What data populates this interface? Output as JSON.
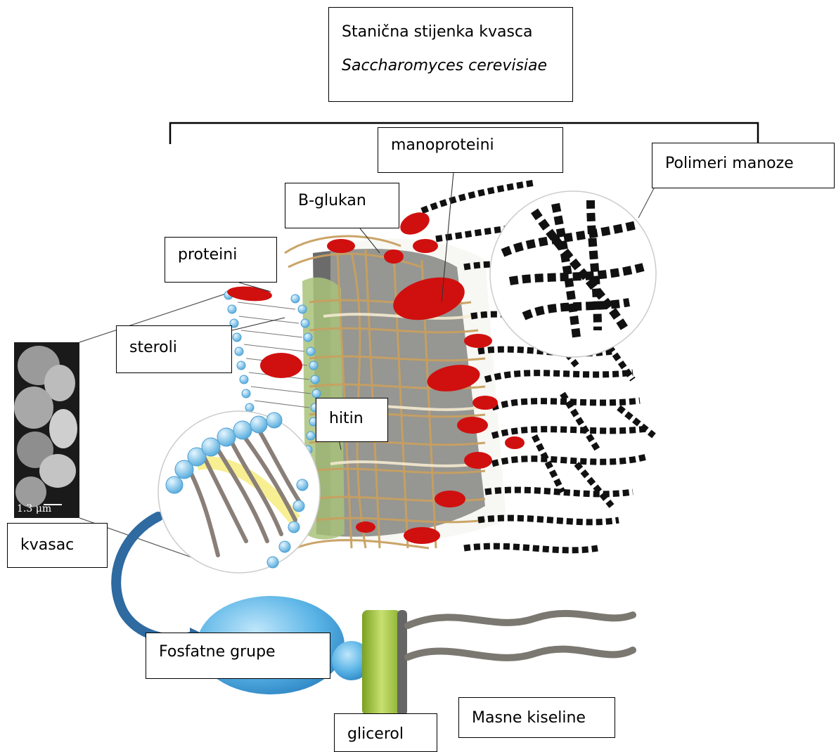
{
  "title": {
    "line1": "Stanična stijenka kvasca",
    "line2": "Saccharomyces cerevisiae"
  },
  "labels": {
    "manoproteini": "manoproteini",
    "polimeri_manoze": "Polimeri manoze",
    "b_glukan": "B-glukan",
    "proteini": "proteini",
    "steroli": "steroli",
    "hitin": "hitin",
    "kvasac": "kvasac",
    "fosfatne_grupe": "Fosfatne grupe",
    "masne_kiseline": "Masne kiseline",
    "glicerol": "glicerol"
  },
  "micrograph": {
    "scale_text": "1.3 μm"
  },
  "colors": {
    "protein_red": "#d0100f",
    "lipid_head_blue": "#7cc4ec",
    "glucan_tan": "#c8a060",
    "chitin_green": "#a9c27a",
    "wall_gray": "#6b6b6b",
    "mannose_black": "#111111",
    "phosphate_blue": "#5ab4e6",
    "glycerol_green": "#a8cc40",
    "arrow_blue": "#2f6aa0"
  }
}
